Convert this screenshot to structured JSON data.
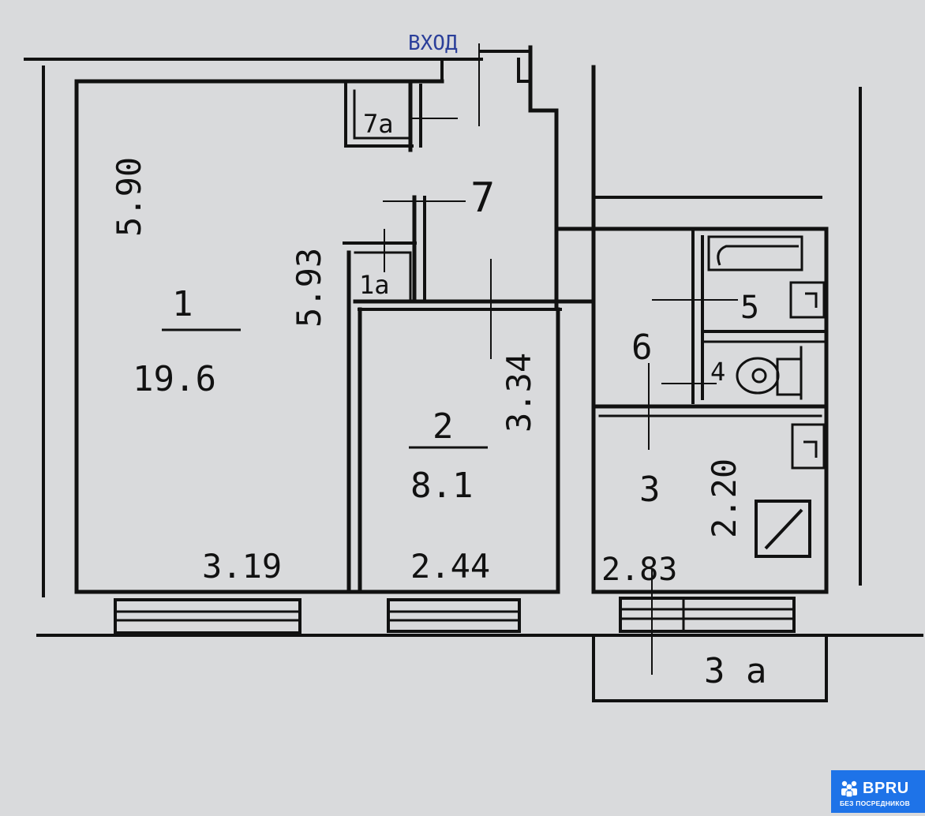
{
  "entrance": {
    "label": "ВХОД",
    "color": "#2b3f9a"
  },
  "rooms": [
    {
      "id": "room-1",
      "number": "1",
      "area": "19.6"
    },
    {
      "id": "room-2",
      "number": "2",
      "area": "8.1"
    },
    {
      "id": "room-3",
      "number": "3"
    },
    {
      "id": "room-3a",
      "number": "3 а"
    },
    {
      "id": "room-4",
      "number": "4"
    },
    {
      "id": "room-5",
      "number": "5"
    },
    {
      "id": "room-6",
      "number": "6"
    },
    {
      "id": "room-7",
      "number": "7"
    },
    {
      "id": "room-1a",
      "number": "1а"
    },
    {
      "id": "room-7a",
      "number": "7а"
    }
  ],
  "dimensions": {
    "room1_length": "5.90",
    "room1_length_inner": "5.93",
    "room1_width": "3.19",
    "room2_width": "2.44",
    "room2_length": "3.34",
    "room3_width": "2.83",
    "room3_length": "2.20"
  },
  "watermark": {
    "brand": "BPRU",
    "tagline": "БЕЗ ПОСРЕДНИКОВ",
    "color": "#1e73e8"
  },
  "colors": {
    "paper": "#d9dadc",
    "ink": "#111111"
  }
}
